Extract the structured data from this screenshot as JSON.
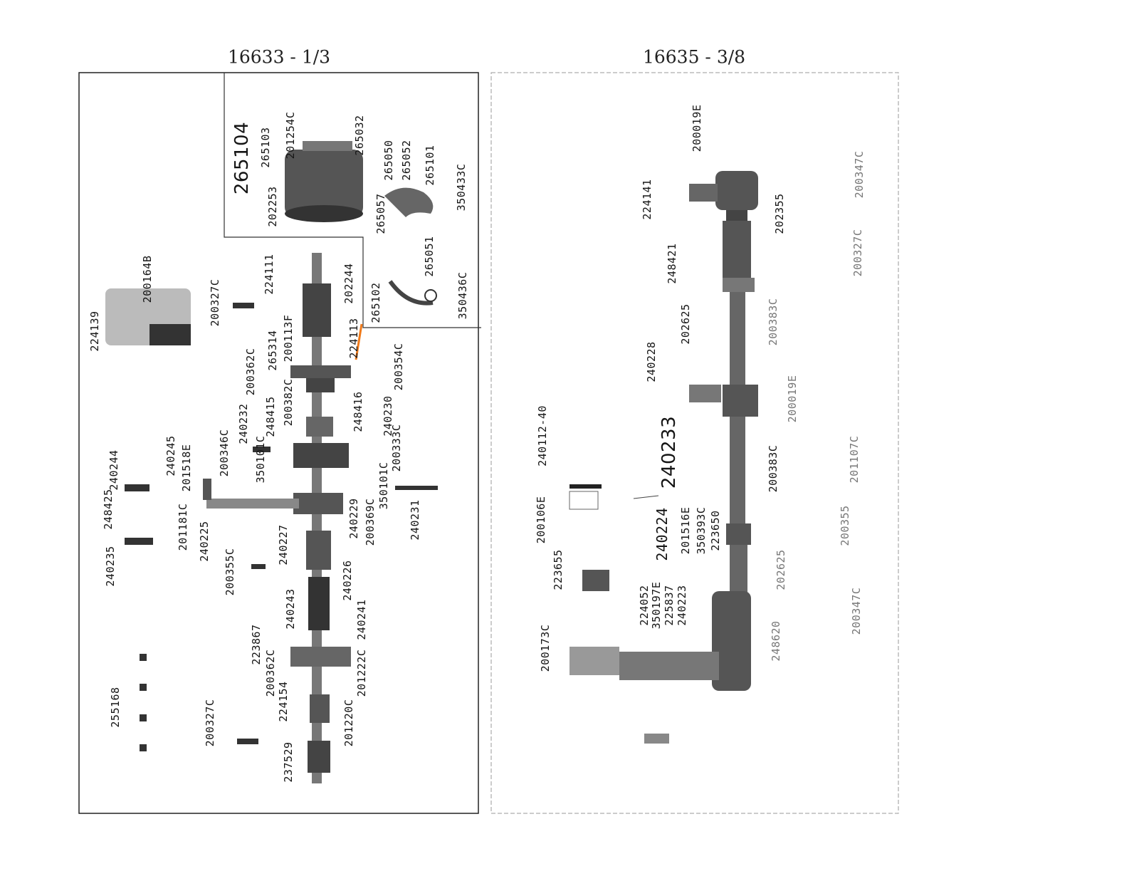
{
  "titles": {
    "left": "16633 - 1/3",
    "right": "16635 - 3/8"
  },
  "left_panel": {
    "labels": [
      "265104",
      "265103",
      "201254C",
      "265032",
      "202253",
      "265050",
      "265052",
      "265101",
      "350433C",
      "265057",
      "265051",
      "265102",
      "350436C",
      "224139",
      "200164B",
      "200327C",
      "224111",
      "202244",
      "224113",
      "200113F",
      "265314",
      "200362C",
      "200354C",
      "200382C",
      "248416",
      "240230",
      "248415",
      "240232",
      "200333C",
      "200346C",
      "240245",
      "240244",
      "248425",
      "201518E",
      "350101C",
      "350101C",
      "240231",
      "201181C",
      "240225",
      "240229",
      "200369C",
      "240227",
      "200355C",
      "240235",
      "240226",
      "240243",
      "240241",
      "223867",
      "200362C",
      "201222C",
      "224154",
      "255168",
      "200327C",
      "201220C",
      "237529"
    ]
  },
  "right_panel": {
    "labels": [
      "200019E",
      "224141",
      "202355",
      "248421",
      "200327C",
      "200347C",
      "202625",
      "200383C",
      "240228",
      "200019E",
      "240112-40",
      "240233",
      "200383C",
      "201107C",
      "200106E",
      "240224",
      "201516E",
      "350393C",
      "223650",
      "223655",
      "200355",
      "202625",
      "224052",
      "350197E",
      "225837",
      "240223",
      "200173C",
      "248620",
      "200347C"
    ]
  },
  "colors": {
    "ink": "#151515",
    "annotation": "#f07a1a"
  }
}
